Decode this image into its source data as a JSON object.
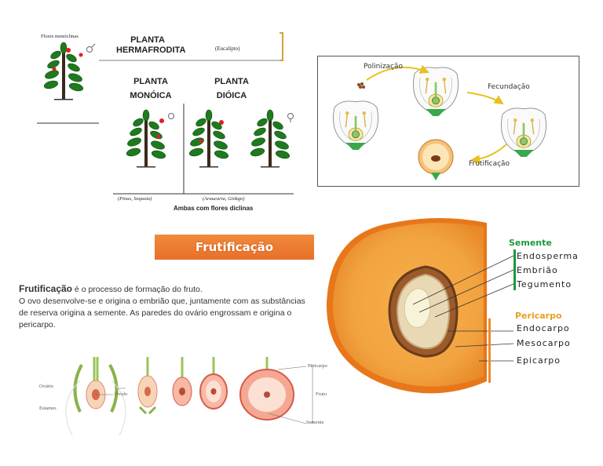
{
  "plant_types": {
    "flores_label": "Flores monóclinas",
    "hermafrodita_line1": "PLANTA",
    "hermafrodita_line2": "HERMAFRODITA",
    "hermafrodita_example": "(Eucalipto)",
    "monoica_line1": "PLANTA",
    "monoica_line2": "MONÓICA",
    "dioica_line1": "PLANTA",
    "dioica_line2": "DIÓICA",
    "monoica_example": "(Pinus, Sequoia)",
    "dioica_example": "(Araucaria, Ginkgo)",
    "footer": "Ambas com flores diclinas"
  },
  "cycle": {
    "polinizacao": "Polinização",
    "fecundacao": "Fecundação",
    "frutificacao": "Frutificação"
  },
  "banner": {
    "title": "Frutificação"
  },
  "paragraph": {
    "term": "Frutificação",
    "line1_rest": " é o processo de formação do fruto.",
    "line2": "O ovo desenvolve-se e origina o embrião que, juntamente com as substâncias",
    "line3": "de reserva origina a semente.  As paredes do ovário engrossam e origina o",
    "line4": "pericarpo."
  },
  "development": {
    "ovario": "Ovário",
    "ovulo": "Óvulo",
    "estames": "Estames",
    "pericarpo": "Pericarpo",
    "fruto": "Fruto",
    "semente": "Semente"
  },
  "fruit": {
    "semente_title": "Semente",
    "endosperma": "Endosperma",
    "embriao": "Embrião",
    "tegumento": "Tegumento",
    "pericarpo_title": "Pericarpo",
    "endocarpo": "Endocarpo",
    "mesocarpo": "Mesocarpo",
    "epicarpo": "Epicarpo",
    "colors": {
      "semente": "#1a9a3a",
      "pericarpo": "#e8a020",
      "flesh": "#f2a340",
      "skin": "#e8761a"
    }
  }
}
